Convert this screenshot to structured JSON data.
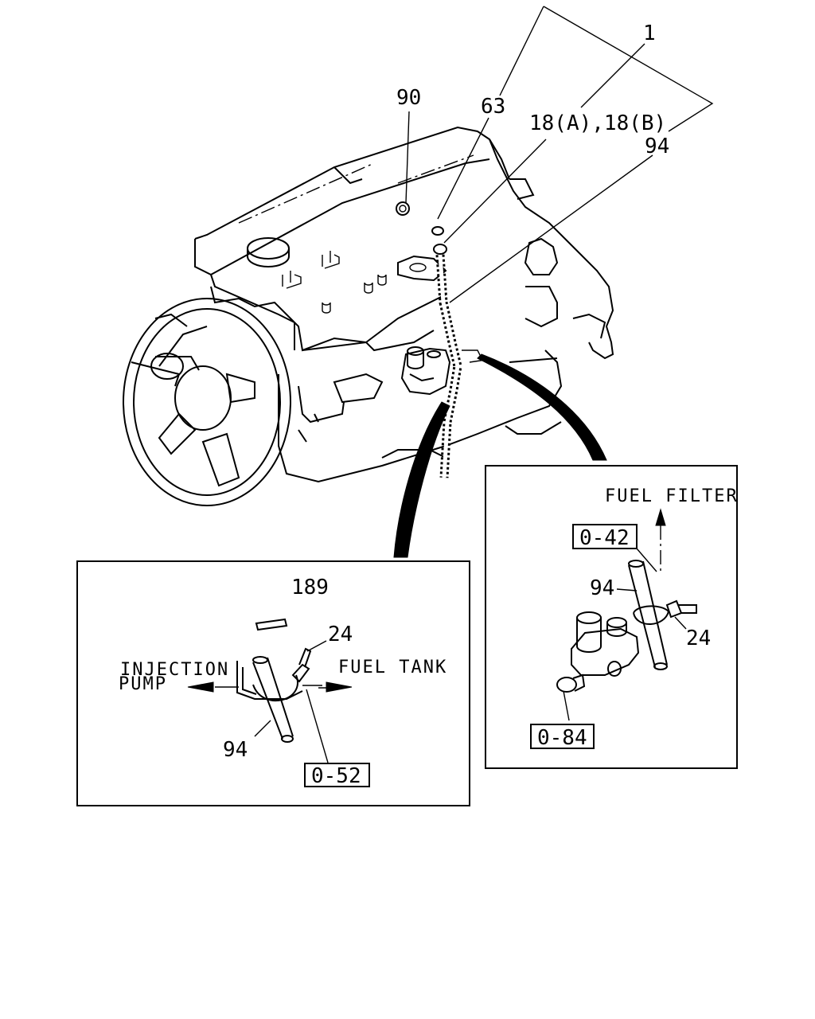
{
  "callouts": {
    "part_1": "1",
    "part_90": "90",
    "part_63": "63",
    "part_18": "18(A),18(B)",
    "part_94_main": "94",
    "part_189": "189",
    "part_24_left": "24",
    "part_94_left": "94",
    "part_94_right": "94",
    "part_24_right": "24"
  },
  "directions": {
    "injection_pump_line1": "INJECTION",
    "injection_pump_line2": "PUMP",
    "fuel_tank": "FUEL TANK",
    "fuel_filter": "FUEL FILTER"
  },
  "references": {
    "ref_052": "0-52",
    "ref_042": "0-42",
    "ref_084": "0-84"
  },
  "colors": {
    "line": "#000000",
    "background": "#ffffff"
  }
}
